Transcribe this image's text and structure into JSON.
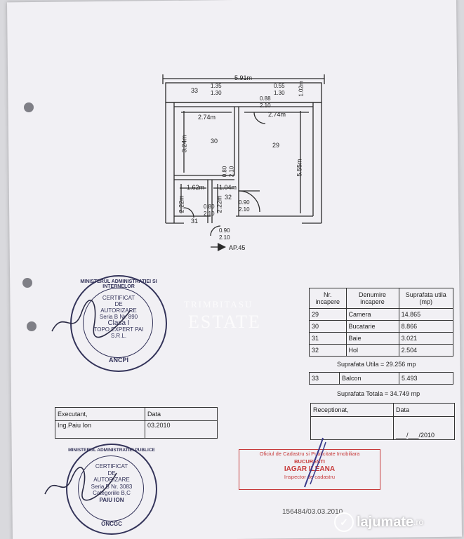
{
  "plan": {
    "dim_top": "5.91m",
    "room33_label": "33",
    "win1_w": "1.35",
    "win1_h": "1.30",
    "win2_w": "0.88",
    "win2_h": "2.10",
    "win3_w": "0.55",
    "win3_h": "1.30",
    "dim_balcony_depth": "1.02m",
    "dim_30_w": "2.74m",
    "dim_29_w": "2.74m",
    "dim_30_h": "3.24m",
    "room30_label": "30",
    "room29_label": "29",
    "dim_29_h": "5.55m",
    "door30_w": "0.80",
    "door30_h": "2.10",
    "dim_31_w": "1.62m",
    "dim_32_w": "1.04m",
    "room32_label": "32",
    "dim_31_h": "2.22m",
    "dim_32_h": "2.22m",
    "door31_w": "0.80",
    "door31_h": "2.10",
    "door29_w": "0.90",
    "door29_h": "2.10",
    "room31_label": "31",
    "entry_w": "0.90",
    "entry_h": "2.10",
    "apartment": "AP.45"
  },
  "rooms_table": {
    "headers": [
      "Nr. incapere",
      "Denumire incapere",
      "Suprafata utila (mp)"
    ],
    "rows": [
      [
        "29",
        "Camera",
        "14.865"
      ],
      [
        "30",
        "Bucatarie",
        "8.866"
      ],
      [
        "31",
        "Baie",
        "3.021"
      ],
      [
        "32",
        "Hol",
        "2.504"
      ]
    ]
  },
  "suprafata_utila": "Suprafata Utila = 29.256 mp",
  "balcon_row": [
    "33",
    "Balcon",
    "5.493"
  ],
  "suprafata_totala": "Suprafata Totala = 34.749 mp",
  "executant": {
    "label": "Executant,",
    "date_label": "Data",
    "name": "Ing.Paiu Ion",
    "date": "03.2010"
  },
  "receptionat": {
    "label": "Receptionat,",
    "date_label": "Data",
    "date": "___/___/2010"
  },
  "stamp1": {
    "ring_top": "MINISTERUL ADMINISTRATIEI SI INTERNELOR",
    "ring_bottom": "ANCPI",
    "l1": "CERTIFICAT",
    "l2": "DE",
    "l3": "AUTORIZARE",
    "l4": "Seria B Nr. 890",
    "l5": "Clasa I",
    "l6": "TOPO EXPERT PAI",
    "l7": "S.R.L."
  },
  "stamp2": {
    "ring_top": "MINISTERUL ADMINISTRATIEI PUBLICE",
    "ring_bottom": "ONCGC",
    "l1": "CERTIFICAT",
    "l2": "DE",
    "l3": "AUTORIZARE",
    "l4": "Seria B Nr. 3083",
    "l5": "Categoriile B,C",
    "l6": "PAIU ION"
  },
  "red_stamp": {
    "l1": "Oficiul de Cadastru si Publicitate Imobiliara",
    "l2": "BUCURESTI",
    "l3": "IAGAR ILEANA",
    "l4": "Inspector de cadastru"
  },
  "doc_number": "156484/03.03.2010",
  "watermark": {
    "l1": "TRIMBITASU",
    "l2": "ESTATE"
  },
  "brand": {
    "name": "lajumate",
    "suffix": ".ro"
  }
}
